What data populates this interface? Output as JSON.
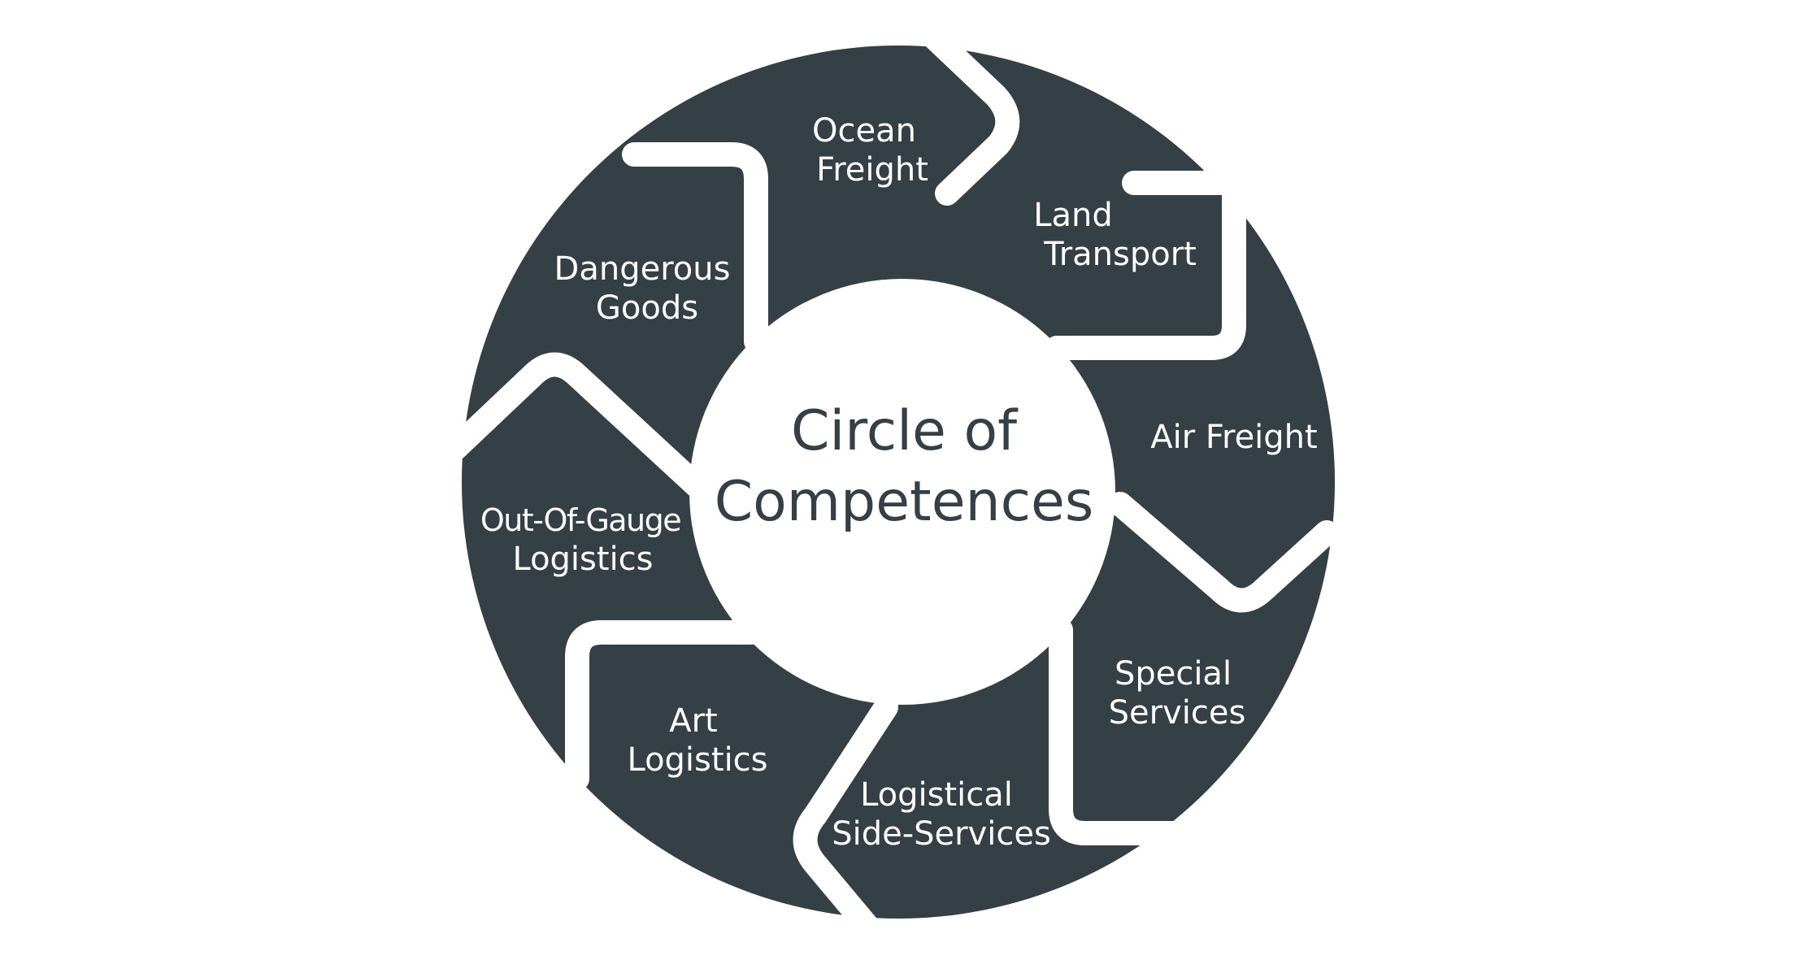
{
  "diagram": {
    "center_title": {
      "line1": "Circle of",
      "line2": "Competences"
    },
    "segments": [
      {
        "line1": "Ocean",
        "line2": "Freight"
      },
      {
        "line1": "Land",
        "line2": "Transport"
      },
      {
        "line1": "Air Freight",
        "line2": ""
      },
      {
        "line1": "Special",
        "line2": "Services"
      },
      {
        "line1": "Logistical",
        "line2": "Side-Services"
      },
      {
        "line1": "Art",
        "line2": "Logistics"
      },
      {
        "line1": "Out-Of-Gauge",
        "line2": "Logistics"
      },
      {
        "line1": "Dangerous",
        "line2": "Goods"
      }
    ],
    "colors": {
      "segment_fill": "#343f46",
      "background": "#ffffff",
      "label_text": "#ffffff",
      "title_text": "#343f46"
    }
  }
}
